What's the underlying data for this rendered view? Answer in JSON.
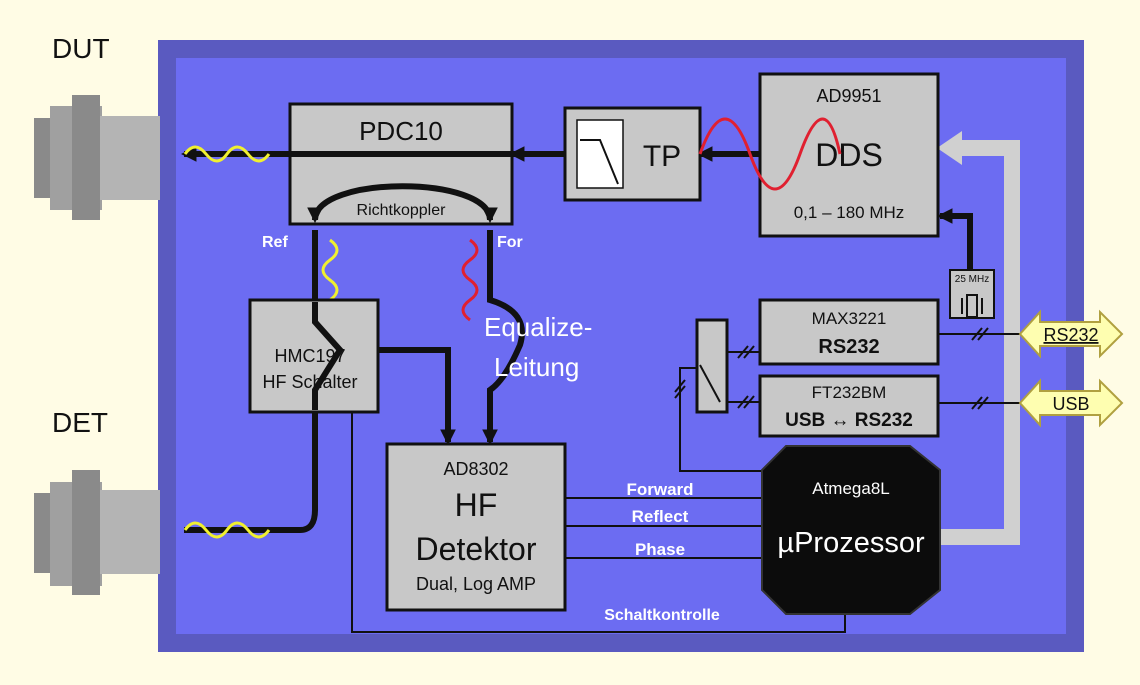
{
  "ports": {
    "dut": "DUT",
    "det": "DET"
  },
  "blocks": {
    "pdc10": {
      "title": "PDC10",
      "sub": "Richtkoppler"
    },
    "tp": {
      "title": "TP"
    },
    "dds": {
      "part": "AD9951",
      "title": "DDS",
      "range": "0,1 – 180 MHz"
    },
    "crystal": {
      "label": "25 MHz"
    },
    "max3221": {
      "part": "MAX3221",
      "title": "RS232"
    },
    "ft232": {
      "part": "FT232BM",
      "title": "USB ↔ RS232"
    },
    "hmc": {
      "line1": "HMC197",
      "line2": "HF Schalter"
    },
    "ad8302": {
      "part": "AD8302",
      "line1": "HF",
      "line2": "Detektor",
      "line3": "Dual, Log AMP"
    },
    "mcu": {
      "part": "Atmega8L",
      "title": "µProzessor"
    }
  },
  "labels": {
    "ref": "Ref",
    "for": "For",
    "equalize1": "Equalize-",
    "equalize2": "Leitung",
    "forward": "Forward",
    "reflect": "Reflect",
    "phase": "Phase",
    "schaltkontrolle": "Schaltkontrolle"
  },
  "connectors": {
    "rs232": "RS232",
    "usb": "USB"
  },
  "colors": {
    "background": "#fffce5",
    "board_outer": "#5a5ac0",
    "board_inner": "#6c6cf2",
    "block": "#c8c8c8",
    "yellow_wave": "#f0f030",
    "red_wave": "#e02030",
    "connector_arrow": "#fefeb0",
    "bus_arrow": "#d0d0d0"
  }
}
